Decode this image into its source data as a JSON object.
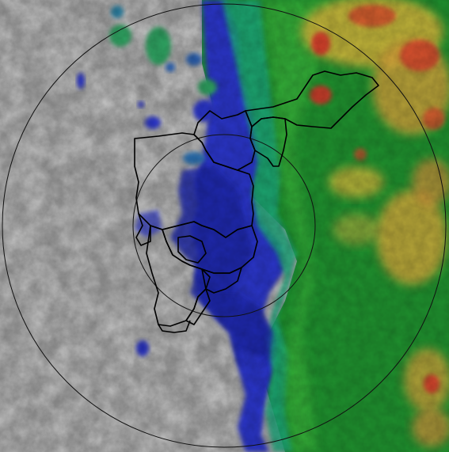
{
  "map": {
    "kind": "weather-radar-composite",
    "basemap": "grey-shaded-terrain-relief",
    "range_rings": 2,
    "legend_colors": {
      "light_rain": "#2e3dd6",
      "moderate": "#1a9a3a",
      "heavy": "#e8c13a",
      "very_heavy": "#d9362a",
      "terrain": "#9a9a9a",
      "boundary": "#000000"
    },
    "layers": [
      "terrain",
      "precipitation",
      "district-boundaries",
      "range-rings"
    ]
  }
}
